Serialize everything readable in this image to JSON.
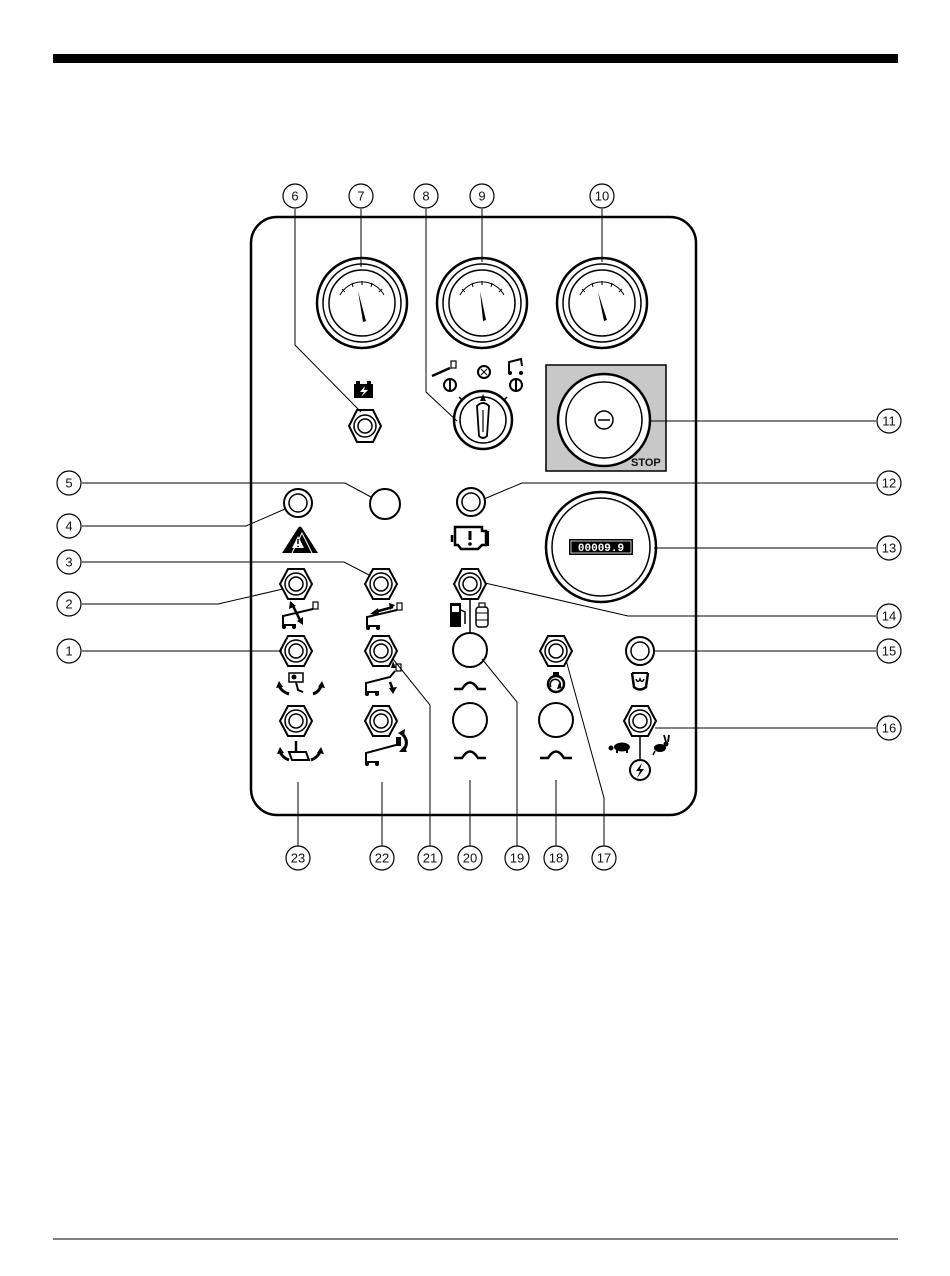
{
  "diagram": {
    "stop_label": "STOP",
    "hour_meter_value": "00009.9",
    "callouts": [
      "1",
      "2",
      "3",
      "4",
      "5",
      "6",
      "7",
      "8",
      "9",
      "10",
      "11",
      "12",
      "13",
      "14",
      "15",
      "16",
      "17",
      "18",
      "19",
      "20",
      "21",
      "22",
      "23"
    ]
  }
}
